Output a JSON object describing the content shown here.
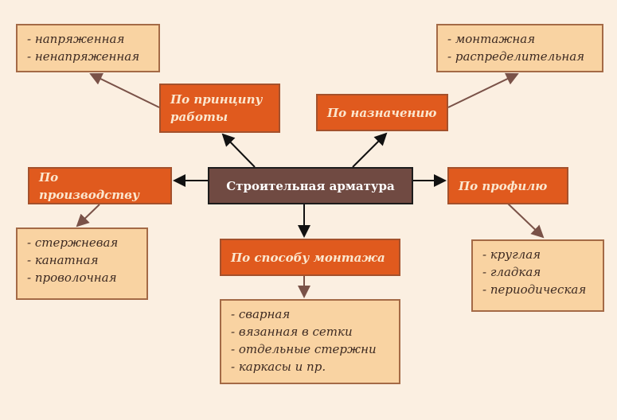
{
  "title": "Строительная арматура",
  "categories": {
    "principle": {
      "label": "По принципу работы",
      "items": [
        "- напряженная",
        "- ненапряженная"
      ]
    },
    "purpose": {
      "label": "По назначению",
      "items": [
        "- монтажная",
        "- распределительная"
      ]
    },
    "production": {
      "label": "По производству",
      "items": [
        "- стержневая",
        "- канатная",
        "- проволочная"
      ]
    },
    "profile": {
      "label": "По профилю",
      "items": [
        "- круглая",
        "- гладкая",
        "- периодическая"
      ]
    },
    "assembly": {
      "label": "По способу монтажа",
      "items": [
        "- сварная",
        "- вязанная в сетки",
        "- отдельные стержни",
        "- каркасы и пр."
      ]
    }
  }
}
